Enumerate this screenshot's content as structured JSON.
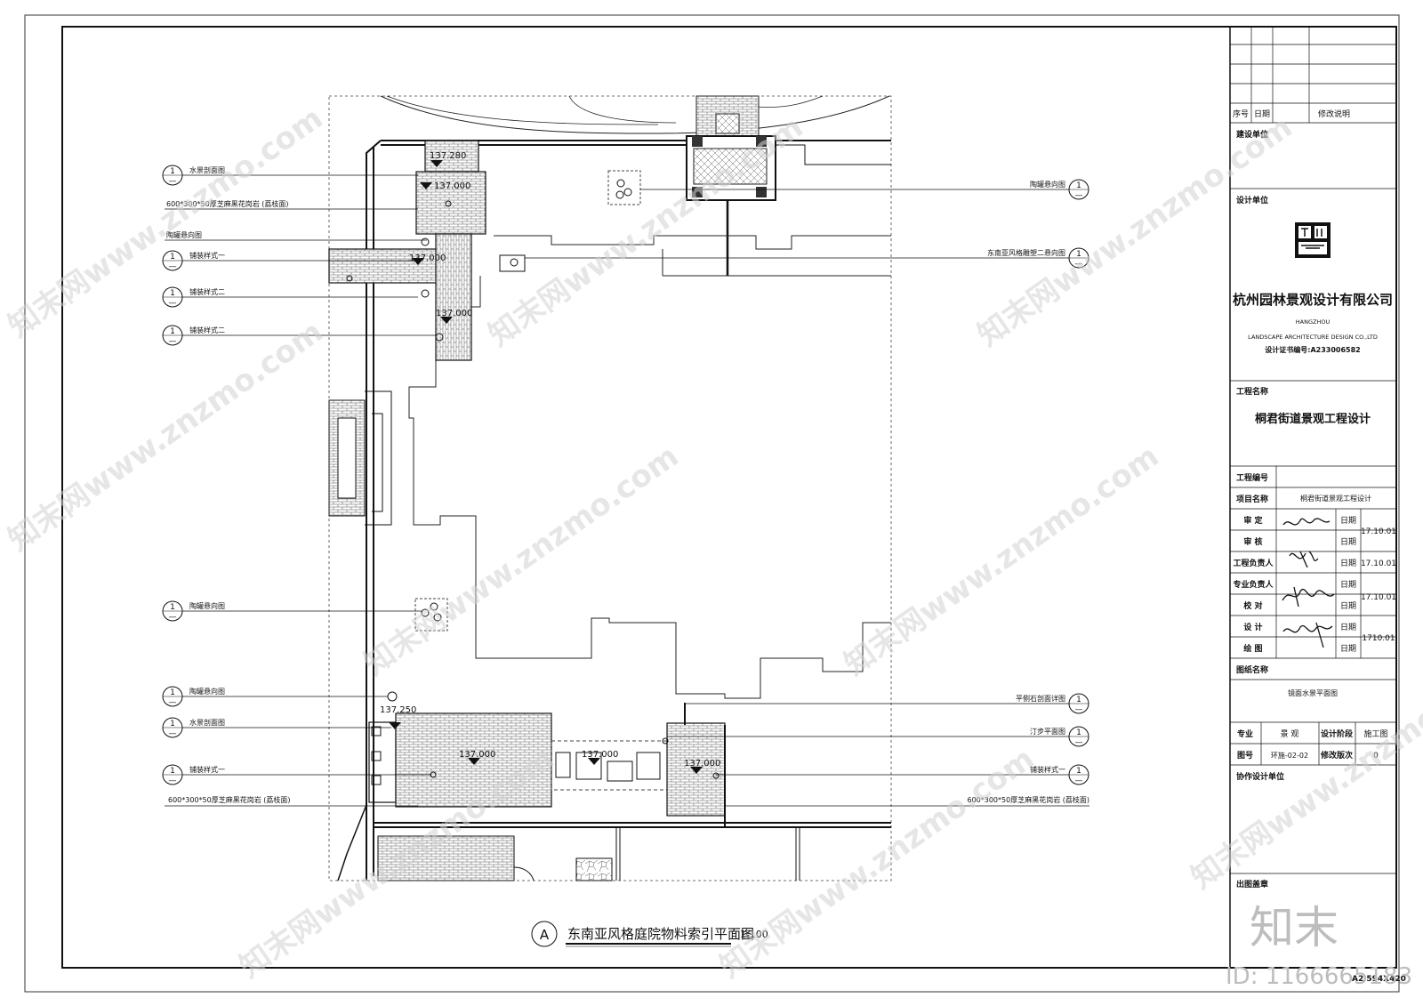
{
  "watermark": {
    "text": "知末网www.znzmo.com",
    "logo_text": "知末",
    "id_text": "ID: 1166665183"
  },
  "drawing": {
    "title_letter": "A",
    "title": "东南亚风格庭院物料索引平面图",
    "scale": "1:100",
    "paper_size": "A2 594X420"
  },
  "elevations": {
    "e1": "137.280",
    "e2": "137.000",
    "e3": "137.000",
    "e4": "137.000",
    "e5": "137.250",
    "e6": "137.000",
    "e7": "137.000",
    "e8": "137.000"
  },
  "callouts_left": [
    {
      "num": "1",
      "sub": "—",
      "label": "水景剖面图"
    },
    {
      "num": "",
      "sub": "",
      "label": "600*300*50厚芝麻黑花岗岩 (荔枝面)"
    },
    {
      "num": "",
      "sub": "",
      "label": "陶罐悬向图"
    },
    {
      "num": "1",
      "sub": "—",
      "label": "铺装样式一"
    },
    {
      "num": "1",
      "sub": "—",
      "label": "铺装样式二"
    },
    {
      "num": "1",
      "sub": "—",
      "label": "铺装样式二"
    },
    {
      "num": "1",
      "sub": "—",
      "label": "陶罐悬向图"
    },
    {
      "num": "1",
      "sub": "—",
      "label": "陶罐悬向图"
    },
    {
      "num": "1",
      "sub": "—",
      "label": "水景剖面图"
    },
    {
      "num": "1",
      "sub": "—",
      "label": "铺装样式一"
    },
    {
      "num": "",
      "sub": "",
      "label": "600*300*50厚芝麻黑花岗岩 (荔枝面)"
    }
  ],
  "callouts_right": [
    {
      "num": "1",
      "sub": "—",
      "label": "陶罐悬向图"
    },
    {
      "num": "1",
      "sub": "—",
      "label": "东南亚风格雕塑二悬向图"
    },
    {
      "num": "1",
      "sub": "—",
      "label": "平侧石剖面详图"
    },
    {
      "num": "1",
      "sub": "—",
      "label": "汀步平面图"
    },
    {
      "num": "1",
      "sub": "—",
      "label": "铺装样式一"
    },
    {
      "num": "",
      "sub": "",
      "label": "600*300*50厚芝麻黑花岗岩 (荔枝面)"
    }
  ],
  "title_block": {
    "rev_headers": {
      "no": "序号",
      "date": "日期",
      "desc": "修改说明"
    },
    "client_label": "建设单位",
    "designer_label": "设计单位",
    "company_cn": "杭州园林景观设计有限公司",
    "company_en_1": "HANGZHOU",
    "company_en_2": "LANDSCAPE ARCHITECTURE  DESIGN CO.,LTD",
    "cert": "设计证书编号:A233006582",
    "project_label": "工程名称",
    "project_name": "桐君街道景观工程设计",
    "project_no_label": "工程编号",
    "item_label": "项目名称",
    "item_value": "桐君街道景观工程设计",
    "roles": [
      {
        "role": "审  定",
        "date_label": "日期",
        "date": "17.10.01"
      },
      {
        "role": "审  核",
        "date_label": "日期",
        "date": ""
      },
      {
        "role": "工程负责人",
        "date_label": "日期",
        "date": "17.10.01"
      },
      {
        "role": "专业负责人",
        "date_label": "日期",
        "date": ""
      },
      {
        "role": "校  对",
        "date_label": "日期",
        "date": "17.10.01"
      },
      {
        "role": "设  计",
        "date_label": "日期",
        "date": ""
      },
      {
        "role": "绘  图",
        "date_label": "日期",
        "date": "1710.01"
      }
    ],
    "sheet_label": "图纸名称",
    "sheet_name": "镜面水景平面图",
    "discipline_label": "专业",
    "discipline": "景 观",
    "phase_label": "设计阶段",
    "phase": "施工图",
    "drawing_no_label": "图号",
    "drawing_no": "环施-02-02",
    "revision_label": "修改版次",
    "revision": "0",
    "collab_label": "协作设计单位",
    "stamp_label": "出图盖章"
  }
}
